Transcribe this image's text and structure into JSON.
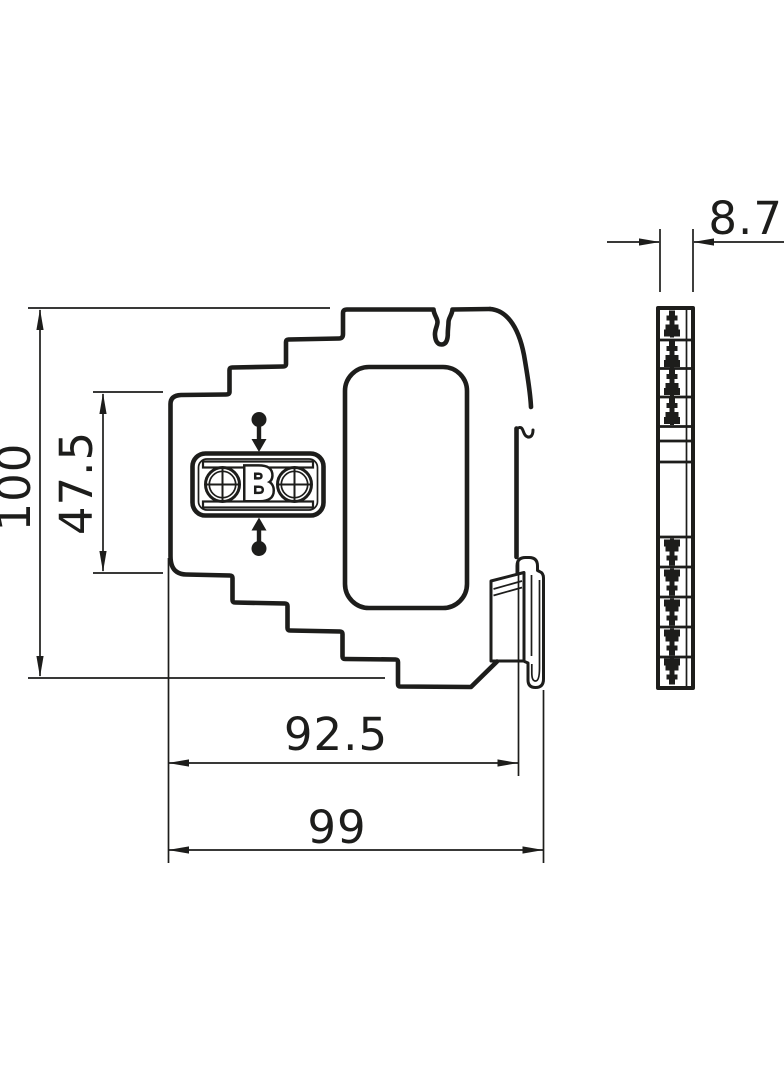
{
  "drawing": {
    "background": "#ffffff",
    "line_color": "#1d1d1b",
    "type": "technical-dimension-drawing",
    "views": {
      "side_view": "device side profile with DIN-rail clip",
      "front_view": "narrow terminal strip profile"
    },
    "dimensions": {
      "total_height": "100",
      "inner_height": "47.5",
      "body_width": "92.5",
      "total_width": "99",
      "module_width": "8.7"
    },
    "logo": {
      "letter": "B"
    }
  }
}
